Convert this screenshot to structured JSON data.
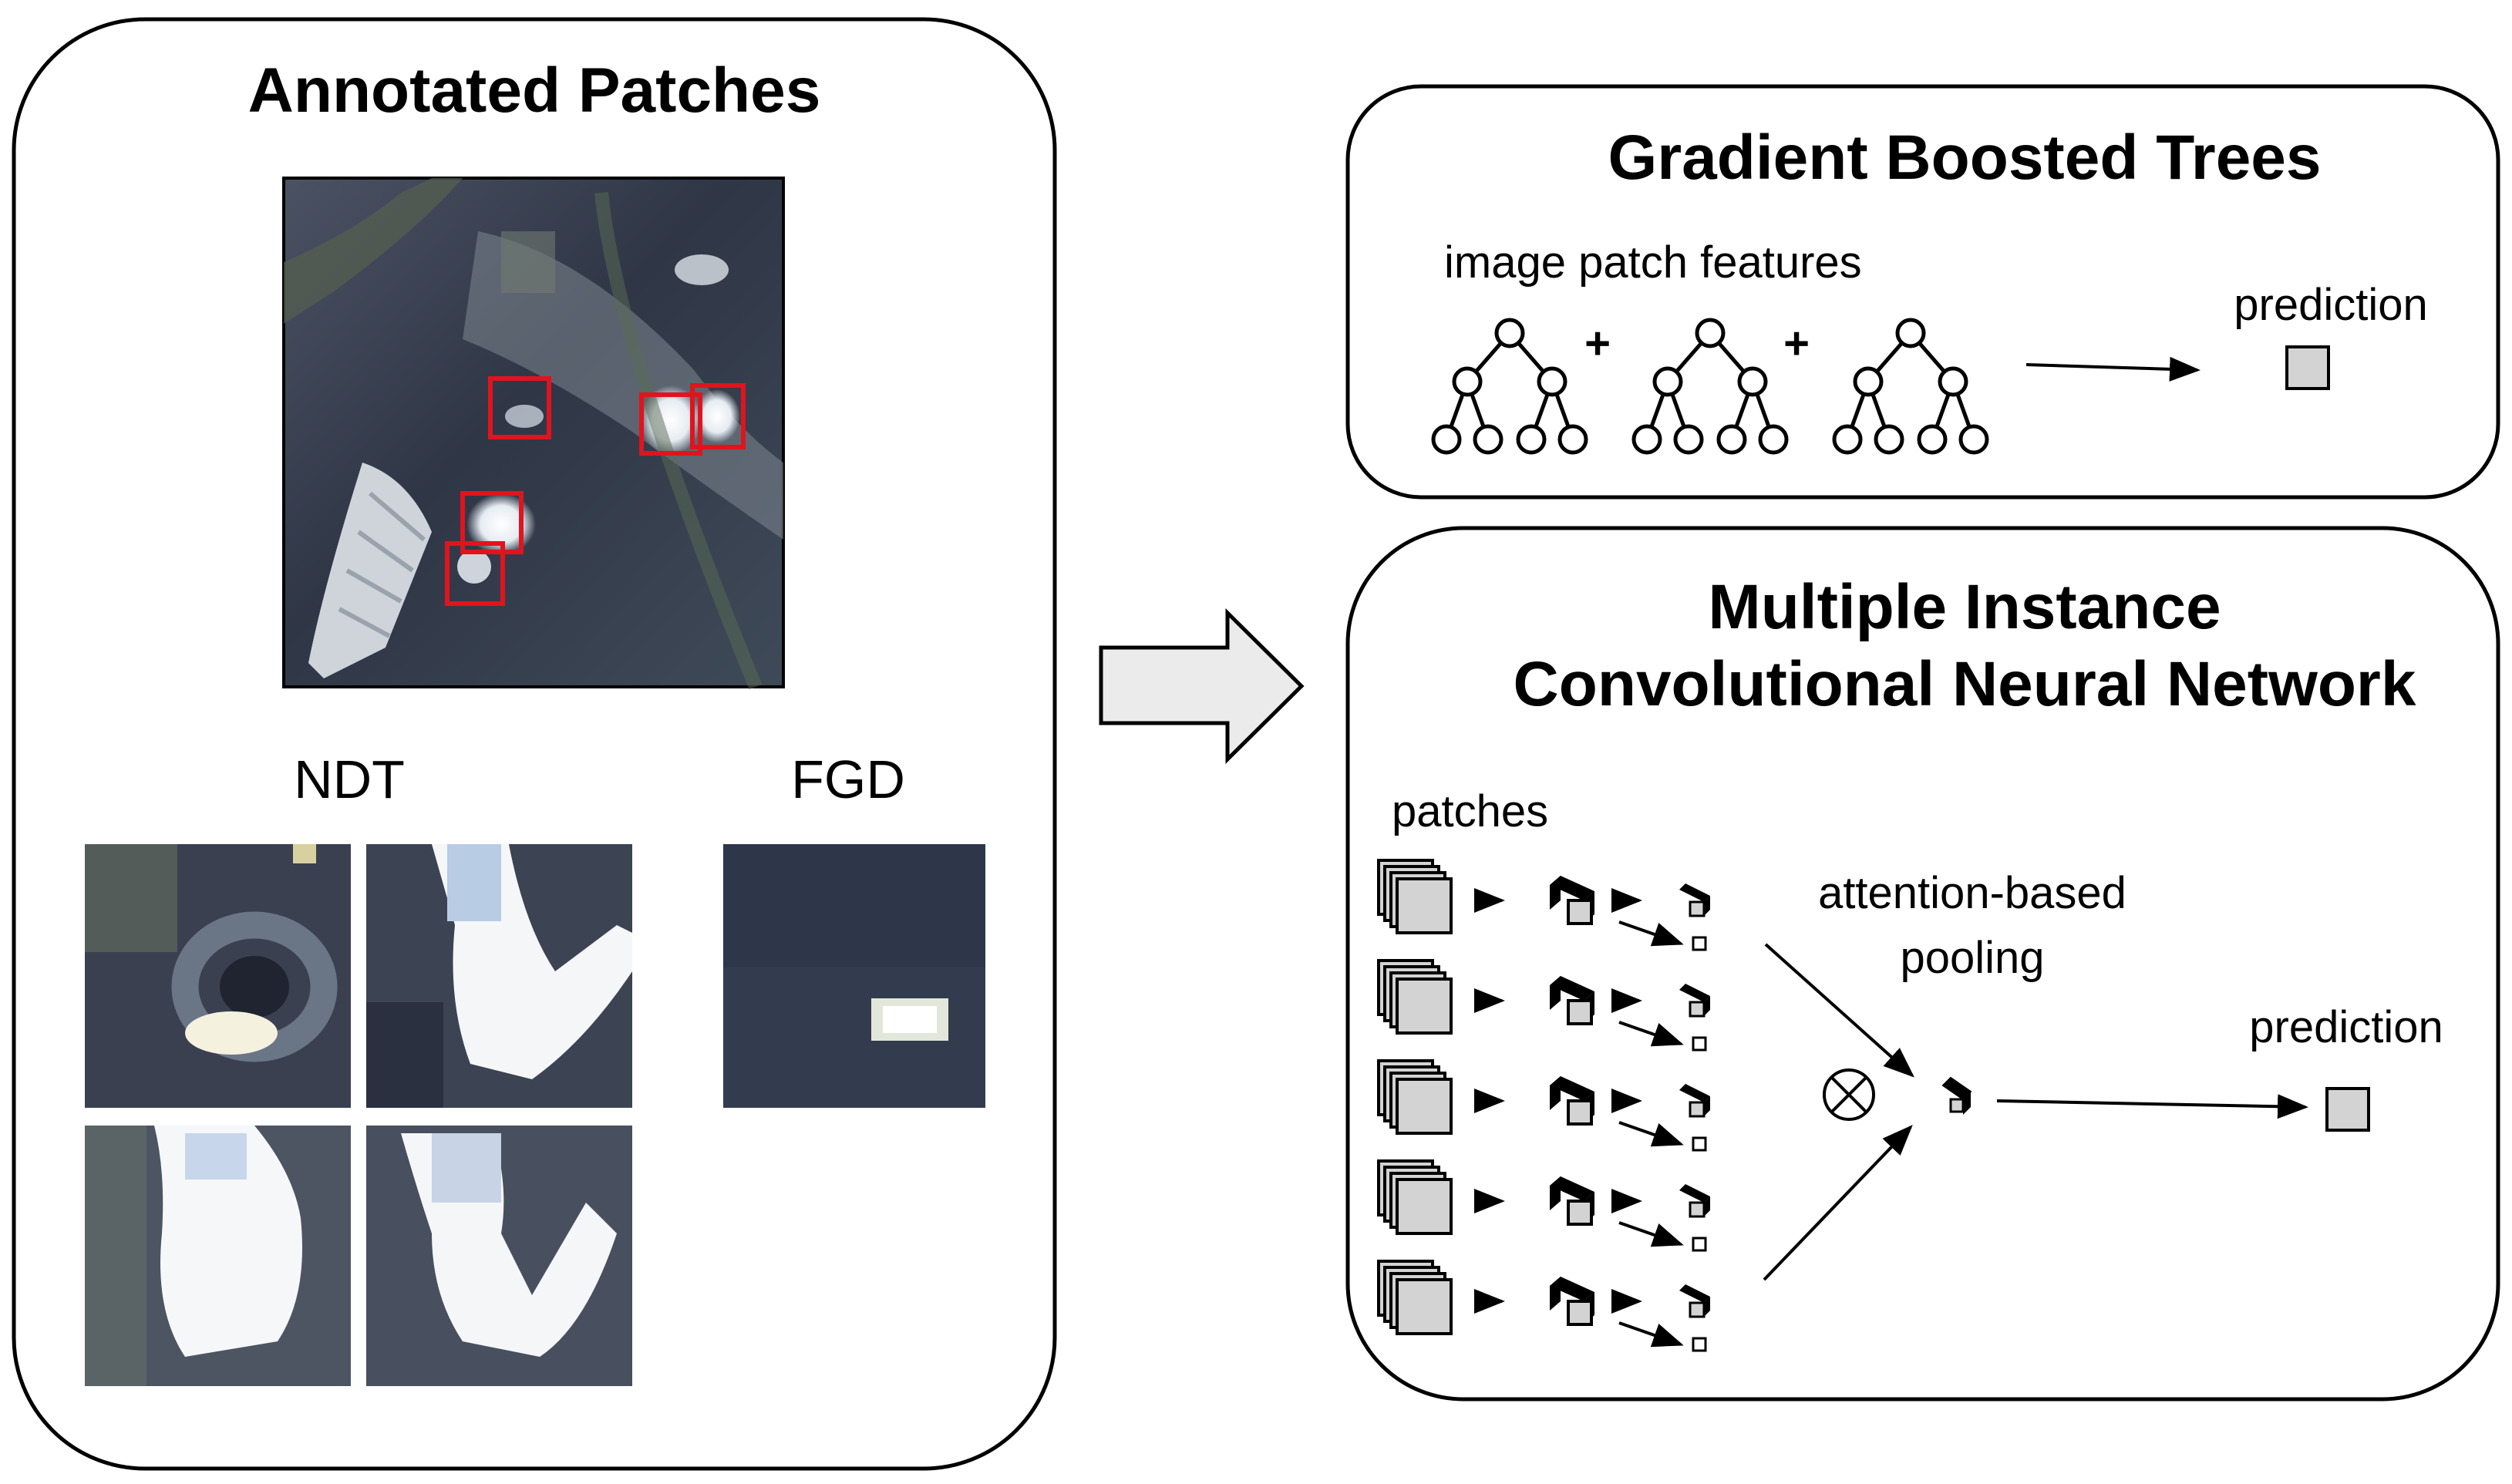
{
  "left_panel": {
    "title": "Annotated Patches",
    "ndt_label": "NDT",
    "fgd_label": "FGD"
  },
  "gbt_panel": {
    "title": "Gradient Boosted Trees",
    "features_label": "image patch features",
    "prediction_label": "prediction",
    "plus_sign": "+"
  },
  "mil_panel": {
    "title_line1": "Multiple Instance",
    "title_line2": "Convolutional Neural Network",
    "patches_label": "patches",
    "pooling_line1": "attention-based",
    "pooling_line2": "pooling",
    "prediction_label": "prediction"
  },
  "colors": {
    "annotation_box": "#e0141e",
    "box_fill": "#d3d3d3",
    "arrow_fill": "#ebebeb",
    "dark_fill": "#000000"
  }
}
